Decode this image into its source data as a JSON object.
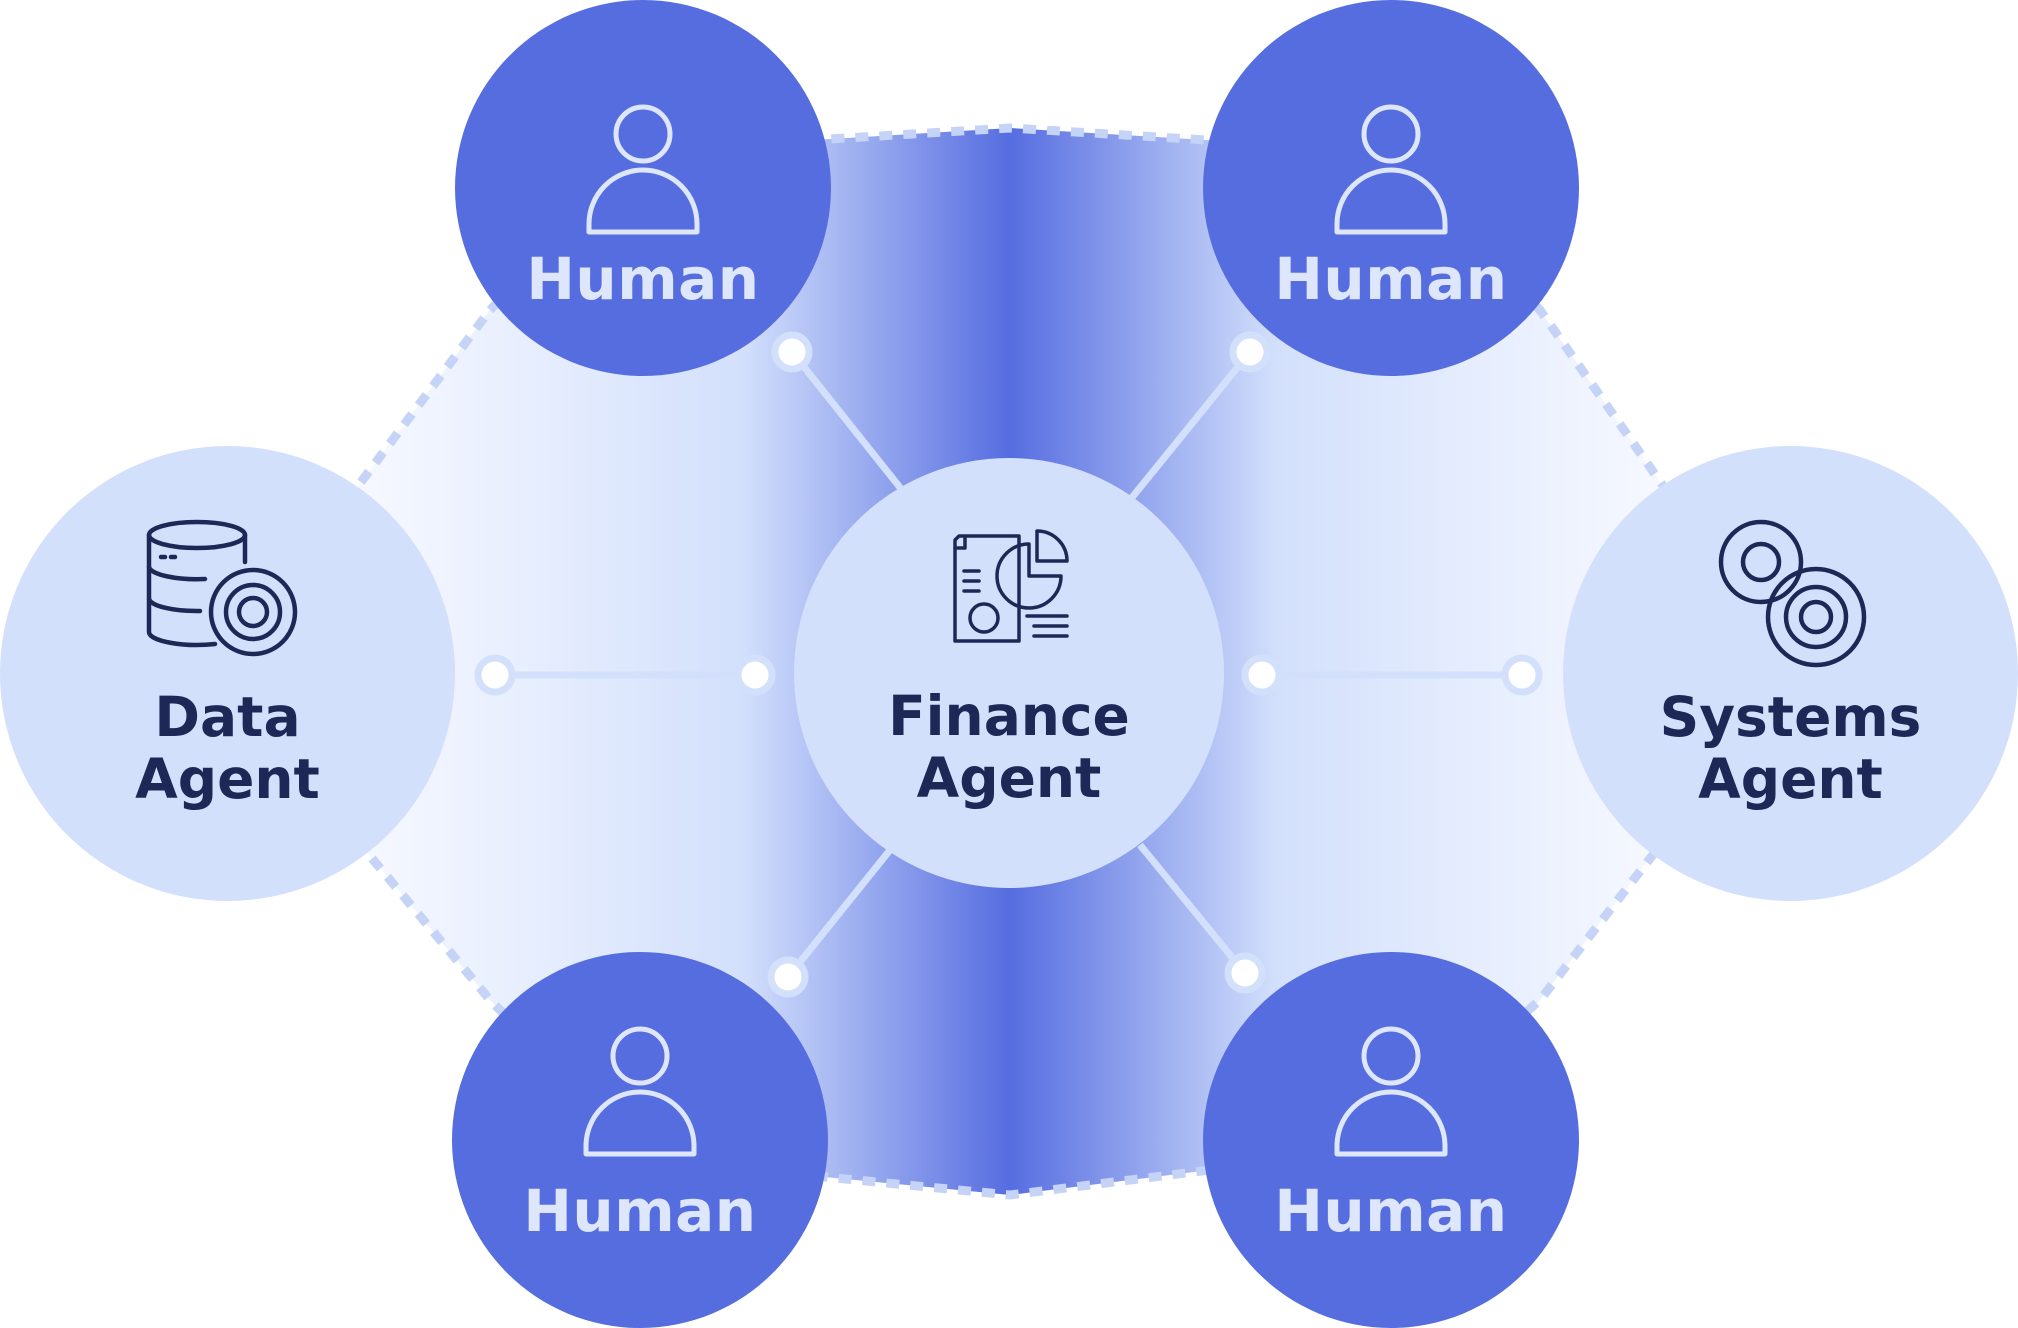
{
  "colors": {
    "human_bg": "#566de0",
    "human_text": "#dde6fb",
    "agent_bg": "#d3e0fc",
    "agent_text": "#1d2857",
    "connector": "#d3e0fc",
    "dashed_outline": "#c5d3f7",
    "band_center": "#566de0",
    "band_edge": "#f8faff"
  },
  "diagram": {
    "center": {
      "line1": "Finance",
      "line2": "Agent",
      "icon": "finance-report-icon"
    },
    "left": {
      "line1": "Data",
      "line2": "Agent",
      "icon": "database-gear-icon"
    },
    "right": {
      "line1": "Systems",
      "line2": "Agent",
      "icon": "gears-icon"
    },
    "humans": [
      {
        "label": "Human",
        "icon": "user-icon"
      },
      {
        "label": "Human",
        "icon": "user-icon"
      },
      {
        "label": "Human",
        "icon": "user-icon"
      },
      {
        "label": "Human",
        "icon": "user-icon"
      }
    ]
  }
}
